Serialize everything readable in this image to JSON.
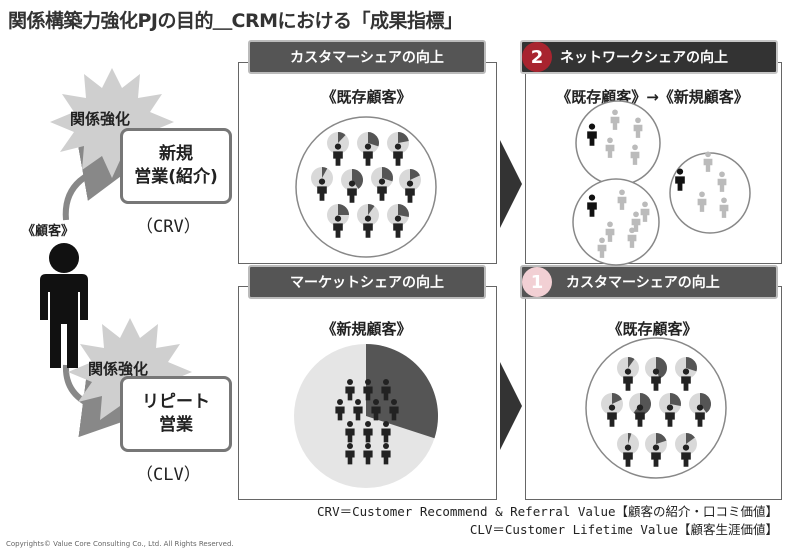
{
  "title": "関係構築力強化PJの目的＿CRMにおける「成果指標」",
  "customer_label": "《顧客》",
  "top_left": {
    "burst": "関係強化",
    "box_line1": "新規",
    "box_line2": "営業(紹介)",
    "code": "（CRV）"
  },
  "bottom_left": {
    "burst": "関係強化",
    "box_line1": "リピート",
    "box_line2": "営業",
    "code": "（CLV）"
  },
  "panels": {
    "top_mid": {
      "header": "カスタマーシェアの向上",
      "sub": "《既存顧客》"
    },
    "top_right": {
      "badge": "2",
      "header": "ネットワークシェアの向上",
      "sub": "《既存顧客》→《新規顧客》"
    },
    "bot_mid": {
      "header": "マーケットシェアの向上",
      "sub": "《新規顧客》"
    },
    "bot_right": {
      "badge": "1",
      "header": "カスタマーシェアの向上",
      "sub": "《既存顧客》"
    }
  },
  "notes": {
    "crv": "CRV＝Customer Recommend & Referral Value【顧客の紹介・口コミ価値】",
    "clv": "CLV＝Customer Lifetime Value【顧客生涯価値】"
  },
  "copyright": "Copyrights© Value Core Consulting Co., Ltd.  All Rights Reserved.",
  "colors": {
    "badge_red": "#a8242f",
    "badge_pink": "#f2d0d4",
    "header_dark": "#333333",
    "header": "#555555"
  }
}
